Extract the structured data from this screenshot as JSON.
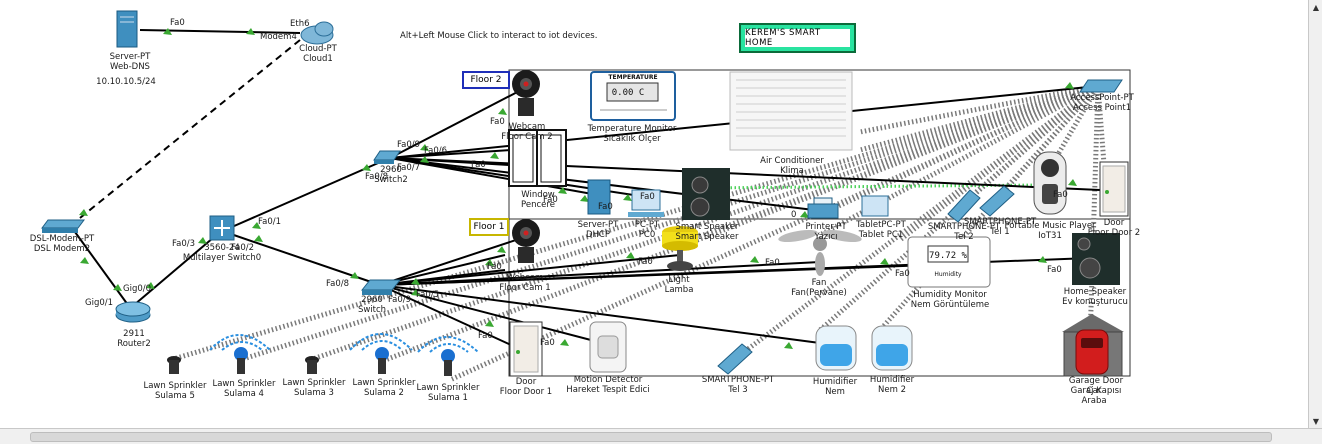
{
  "title_banner": "KEREM'S  SMART  HOME",
  "hint": "Alt+Left  Mouse  Click  to  interact  to  iot  devices.",
  "floor2_label": "Floor  2",
  "floor1_label": "Floor  1",
  "temperature_display": "0.00 C",
  "temperature_header": "TEMPERATURE",
  "humidity_display": "79.72 %",
  "humidity_header": "Humidity",
  "devices": [
    {
      "id": "server",
      "lines": [
        "Server-PT",
        "Web-DNS"
      ]
    },
    {
      "id": "ip",
      "lines": [
        "10.10.10.5/24"
      ]
    },
    {
      "id": "cloud",
      "lines": [
        "Cloud-PT",
        "Cloud1"
      ]
    },
    {
      "id": "modem",
      "lines": [
        "DSL-Modem-PT",
        "DSL Modem2"
      ]
    },
    {
      "id": "router",
      "lines": [
        "2911",
        "Router2"
      ]
    },
    {
      "id": "mls",
      "lines": [
        "3560-24",
        "Multilayer Switch0"
      ]
    },
    {
      "id": "sw2",
      "lines": [
        "2960",
        "Switch2"
      ]
    },
    {
      "id": "sw",
      "lines": [
        "2960",
        "Switch"
      ]
    },
    {
      "id": "ap",
      "lines": [
        "AccessPoint-PT",
        "Access Point1"
      ]
    },
    {
      "id": "webcam2",
      "lines": [
        "Webcam",
        "Floor Cam 2"
      ]
    },
    {
      "id": "webcam1",
      "lines": [
        "Webcam",
        "Floor Cam 1"
      ]
    },
    {
      "id": "temp",
      "lines": [
        "Temperature Monitor",
        "Sıcaklık Ölçer"
      ]
    },
    {
      "id": "ac",
      "lines": [
        "Air Conditioner",
        "Klima"
      ]
    },
    {
      "id": "window",
      "lines": [
        "Window",
        "Pencere"
      ]
    },
    {
      "id": "dhcp",
      "lines": [
        "Server-PT",
        "DHCP"
      ]
    },
    {
      "id": "pc0",
      "lines": [
        "PC-PT",
        "PC0"
      ]
    },
    {
      "id": "spk",
      "lines": [
        "Smart Speaker",
        "Smart Speaker"
      ]
    },
    {
      "id": "printer",
      "lines": [
        "Printer-PT",
        "Yazıcı"
      ]
    },
    {
      "id": "tablet",
      "lines": [
        "TabletPC-PT",
        "Tablet PC1"
      ]
    },
    {
      "id": "tel2",
      "lines": [
        "SMARTPHONE-PT",
        "Tel 2"
      ]
    },
    {
      "id": "tel1",
      "lines": [
        "SMARTPHONE-PT",
        "Tel 1"
      ]
    },
    {
      "id": "player",
      "lines": [
        "Portable Music Player",
        "IoT31"
      ]
    },
    {
      "id": "door2",
      "lines": [
        "Door",
        "Floor Door 2"
      ]
    },
    {
      "id": "lamp",
      "lines": [
        "Light",
        "Lamba"
      ]
    },
    {
      "id": "fan",
      "lines": [
        "Fan",
        "Fan(Pervane)"
      ]
    },
    {
      "id": "hum",
      "lines": [
        "Humidity Monitor",
        "Nem Görüntüleme"
      ]
    },
    {
      "id": "home",
      "lines": [
        "Home Speaker",
        "Ev konuşturucu"
      ]
    },
    {
      "id": "door1",
      "lines": [
        "Door",
        "Floor Door 1"
      ]
    },
    {
      "id": "motion",
      "lines": [
        "Motion Detector",
        "Hareket Tespit Edici"
      ]
    },
    {
      "id": "tel3",
      "lines": [
        "SMARTPHONE-PT",
        "Tel 3"
      ]
    },
    {
      "id": "hmd1",
      "lines": [
        "Humidifier",
        "Nem"
      ]
    },
    {
      "id": "hmd2",
      "lines": [
        "Humidifier",
        "Nem 2"
      ]
    },
    {
      "id": "garage",
      "lines": [
        "Garage Door",
        "Garaj Kapısı"
      ]
    },
    {
      "id": "car",
      "lines": [
        "Car",
        "Araba"
      ]
    },
    {
      "id": "sp5",
      "lines": [
        "Lawn Sprinkler",
        "Sulama 5"
      ]
    },
    {
      "id": "sp4",
      "lines": [
        "Lawn Sprinkler",
        "Sulama 4"
      ]
    },
    {
      "id": "sp3",
      "lines": [
        "Lawn Sprinkler",
        "Sulama 3"
      ]
    },
    {
      "id": "sp2",
      "lines": [
        "Lawn Sprinkler",
        "Sulama 2"
      ]
    },
    {
      "id": "sp1",
      "lines": [
        "Lawn Sprinkler",
        "Sulama 1"
      ]
    }
  ],
  "ports": [
    {
      "id": "p_server",
      "text": "Fa0"
    },
    {
      "id": "p_eth6",
      "text": "Eth6"
    },
    {
      "id": "p_modem4",
      "text": "Modem4"
    },
    {
      "id": "p_gig00",
      "text": "Gig0/0"
    },
    {
      "id": "p_gig01",
      "text": "Gig0/1"
    },
    {
      "id": "p_mls3",
      "text": "Fa0/3"
    },
    {
      "id": "p_mls2",
      "text": "Fa0/2"
    },
    {
      "id": "p_mls1",
      "text": "Fa0/1"
    },
    {
      "id": "p_s2_8",
      "text": "Fa0/8"
    },
    {
      "id": "p_s2_9",
      "text": "Fa0/9"
    },
    {
      "id": "p_s2_6",
      "text": "Fa0/6"
    },
    {
      "id": "p_s2_7",
      "text": "Fa0/7"
    },
    {
      "id": "p_s_8",
      "text": "Fa0/8"
    },
    {
      "id": "p_s_9",
      "text": "Fa0/9"
    },
    {
      "id": "p_s_5",
      "text": "Fa0/5"
    },
    {
      "id": "p_cam2",
      "text": "Fa0"
    },
    {
      "id": "p_win",
      "text": "Fa0"
    },
    {
      "id": "p_win2",
      "text": "Fa0"
    },
    {
      "id": "p_dhcp",
      "text": "Fa0"
    },
    {
      "id": "p_pc0",
      "text": "Fa0"
    },
    {
      "id": "p_printer",
      "text": "0"
    },
    {
      "id": "p_player",
      "text": "Fa0"
    },
    {
      "id": "p_cam1",
      "text": "Fa0"
    },
    {
      "id": "p_lamp",
      "text": "Fa0"
    },
    {
      "id": "p_fan",
      "text": "Fa0"
    },
    {
      "id": "p_hum",
      "text": "Fa0"
    },
    {
      "id": "p_home",
      "text": "Fa0"
    },
    {
      "id": "p_door1",
      "text": "Fa0"
    },
    {
      "id": "p_motion",
      "text": "Fa0"
    }
  ],
  "colors": {
    "link": "#000000",
    "wireless": "#7a7a7a",
    "link_up": "#3aa832",
    "banner": "#29e3a0",
    "floor2_border": "#1f2fb8",
    "floor1_border": "#c7b600",
    "device_blue": "#2c7fa8",
    "speaker": "#1f2e2b",
    "lamp": "#f2df1a",
    "car": "#d21d1d"
  }
}
